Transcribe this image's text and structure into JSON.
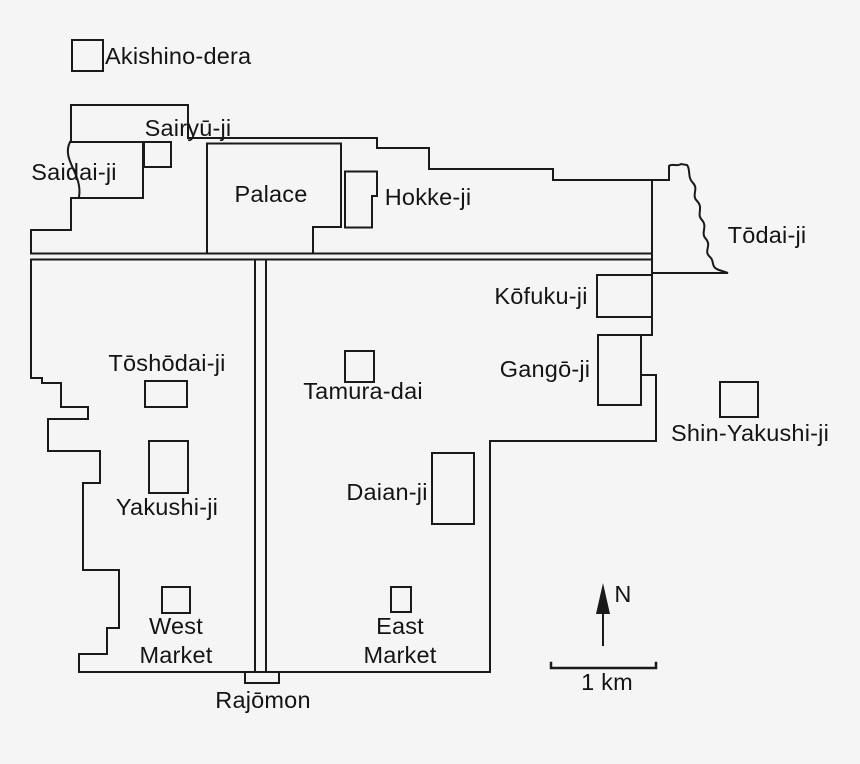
{
  "map": {
    "description": "Line map of Heijo-kyo (ancient Nara) temples and landmarks",
    "background_color": "#f5f5f5",
    "line_color": "#1a1a1a",
    "text_color": "#141414",
    "labels": {
      "akishino_dera": "Akishino-dera",
      "sairyu_ji": "Sairyū-ji",
      "saidai_ji": "Saidai-ji",
      "palace": "Palace",
      "hokke_ji": "Hokke-ji",
      "todai_ji": "Tōdai-ji",
      "kofuku_ji": "Kōfuku-ji",
      "gango_ji": "Gangō-ji",
      "shin_yakushi_ji": "Shin-Yakushi-ji",
      "toshodai_ji": "Tōshōdai-ji",
      "tamura_dai": "Tamura-dai",
      "yakushi_ji": "Yakushi-ji",
      "daian_ji": "Daian-ji",
      "west_market": "West\nMarket",
      "east_market": "East\nMarket",
      "rajomon": "Rajōmon"
    },
    "compass": {
      "north": "N"
    },
    "scale_bar": {
      "label": "1 km"
    }
  }
}
